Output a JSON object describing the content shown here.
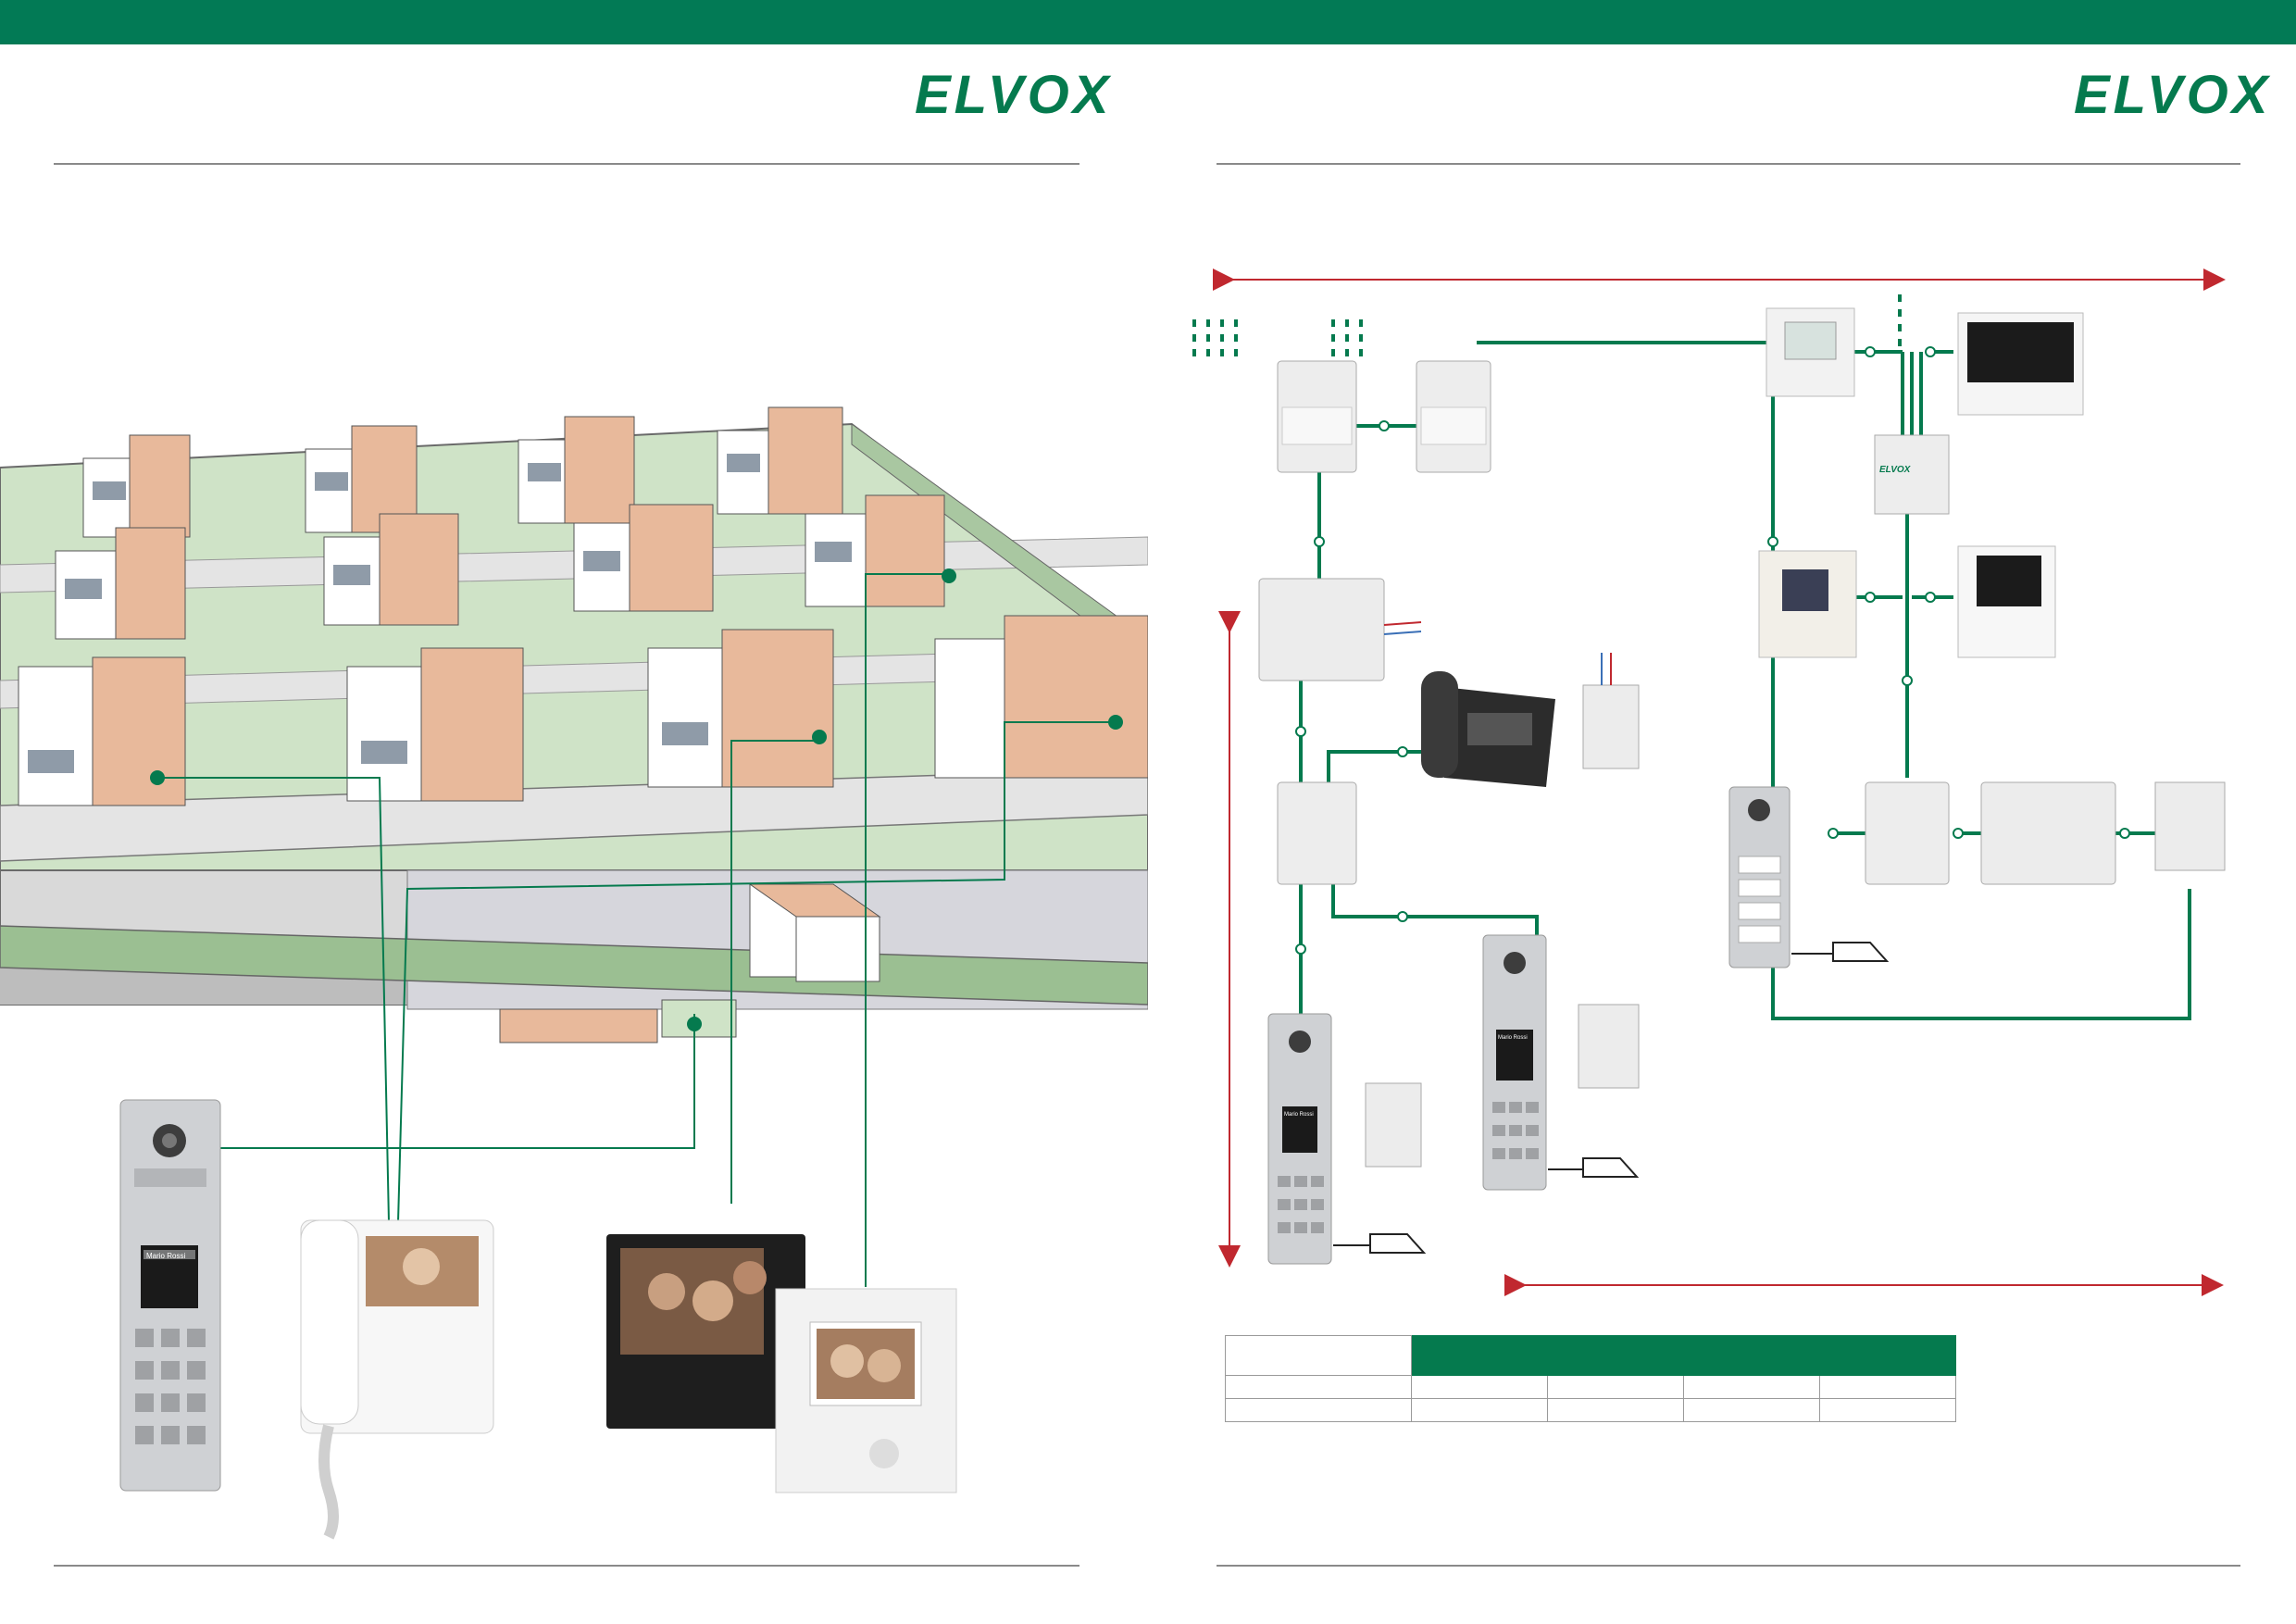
{
  "brand": {
    "name": "ELVOX",
    "color": "#057a4e",
    "accent": "#c0282f"
  },
  "left_page": {
    "brand_label": "ELVOX",
    "entrance_panel": {
      "name_display": "Mario Rossi"
    }
  },
  "right_page": {
    "brand_label": "ELVOX",
    "module_brand": "ELVOX",
    "name_display": "Mario Rossi"
  },
  "table": {
    "headers": [
      "",
      "",
      "",
      "",
      ""
    ],
    "rows": [
      [
        "",
        "",
        "",
        "",
        ""
      ],
      [
        "",
        "",
        "",
        "",
        ""
      ]
    ]
  }
}
